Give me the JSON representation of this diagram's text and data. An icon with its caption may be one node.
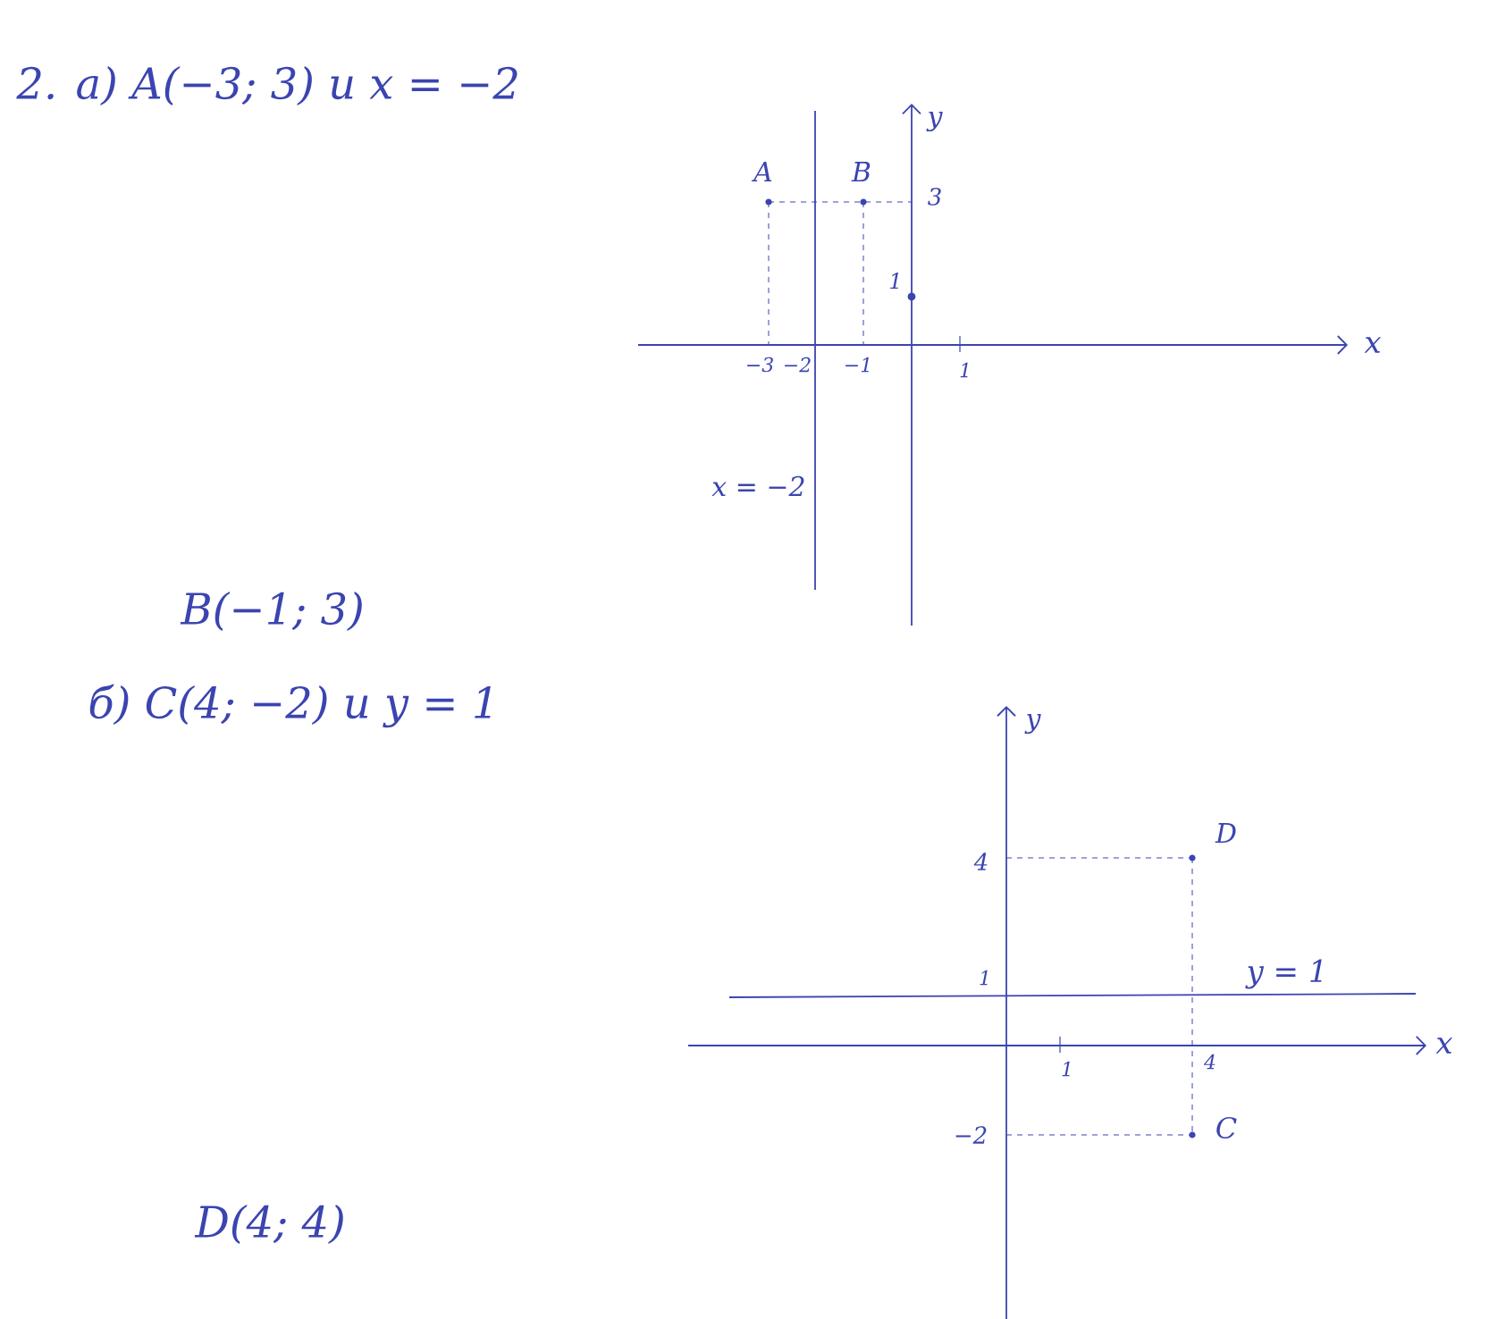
{
  "diagram": {
    "labels": [
      "2. а) A(−3; 3) и x = −2",
      "y",
      "A",
      "B",
      "3",
      "1",
      "x",
      "−3",
      "−2",
      "−1",
      "1",
      "x = −2",
      "B(−1; 3)",
      "б) C(4; −2) и y = 1",
      "y",
      "D",
      "4",
      "1",
      "y = 1",
      "x",
      "1",
      "4",
      "−2",
      "C",
      "D(4; 4)"
    ]
  }
}
